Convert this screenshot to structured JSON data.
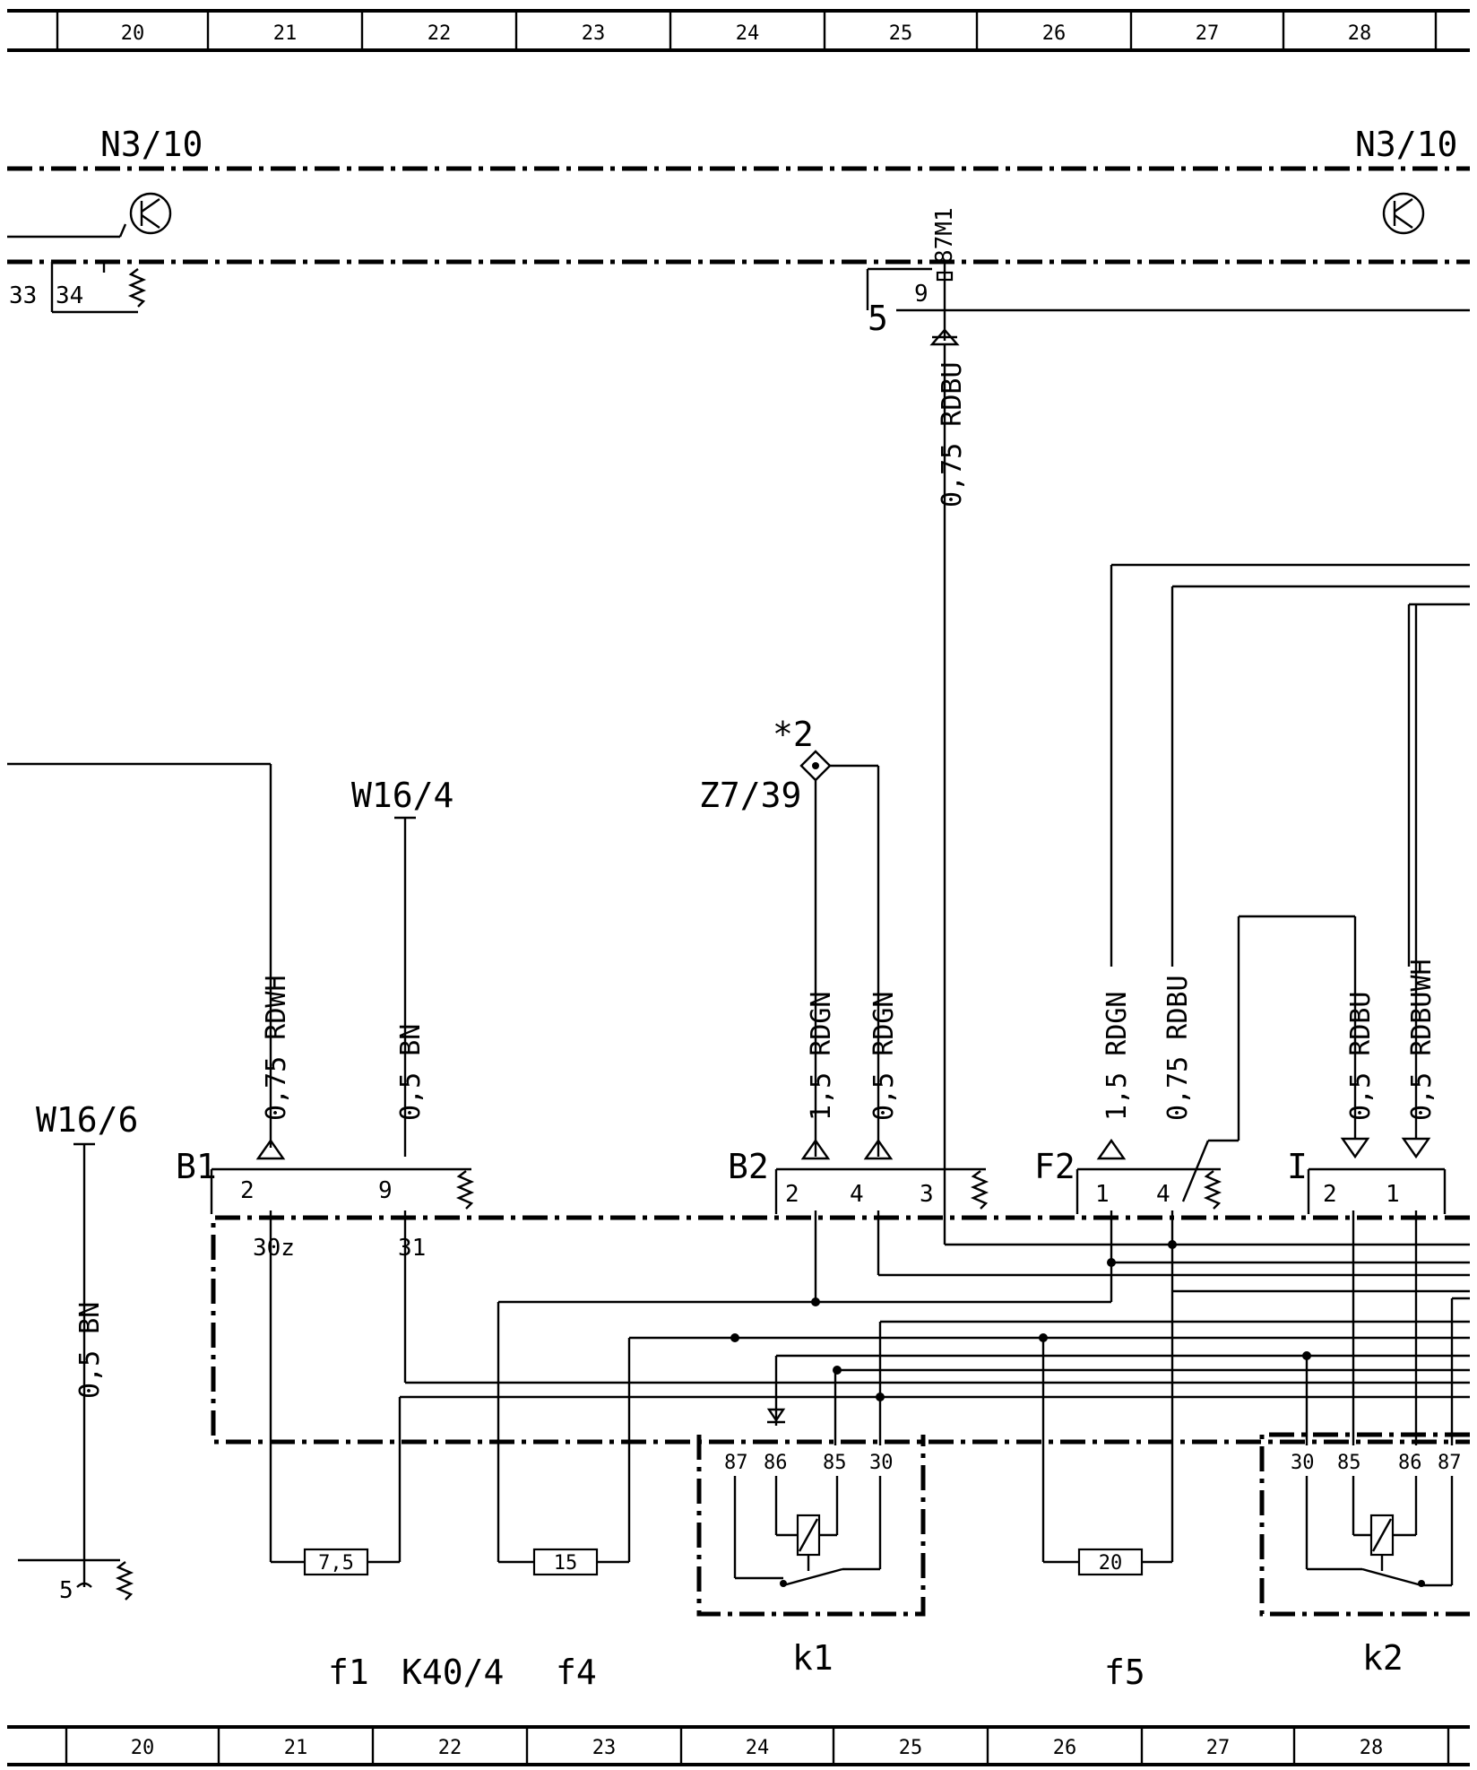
{
  "ruler": {
    "top": [
      "20",
      "21",
      "22",
      "23",
      "24",
      "25",
      "26",
      "27",
      "28"
    ],
    "bottom": [
      "20",
      "21",
      "22",
      "23",
      "24",
      "25",
      "26",
      "27",
      "28"
    ]
  },
  "modules": {
    "n3_left": "N3/10",
    "n3_right": "N3/10",
    "w16_4": "W16/4",
    "w16_6": "W16/6",
    "z7_39": "Z7/39",
    "star2": "*2",
    "k40_4": "K40/4"
  },
  "top_pins": {
    "p33": "33",
    "p34": "34",
    "p87m1": "87M1",
    "p9": "9",
    "p5": "5"
  },
  "wires": {
    "w_rdbu_top": "0,75 RDBU",
    "w_rdwh": "0,75 RDWH",
    "w_bn": "0,5 BN",
    "w_rdgn_15a": "1,5 RDGN",
    "w_rdgn_05": "0,5 RDGN",
    "w_rdgn_15b": "1,5 RDGN",
    "w_rdbu_075": "0,75 RDBU",
    "w_rdbu_05": "0,5 RDBU",
    "w_rdbuwh": "0,5 RDBUWH",
    "w_bn_left": "0,5 BN"
  },
  "connectors": {
    "b1": "B1",
    "b2": "B2",
    "f2": "F2",
    "i": "I"
  },
  "pins": {
    "b1_2": "2",
    "b1_9": "9",
    "b2_2": "2",
    "b2_4": "4",
    "b2_3": "3",
    "f2_1": "1",
    "f2_4": "4",
    "i_2": "2",
    "i_1": "1",
    "t30z": "30z",
    "t31": "31",
    "w16_6_5": "5"
  },
  "fuses": {
    "f1_val": "7,5",
    "f4_val": "15",
    "f5_val": "20",
    "f1": "f1",
    "f4": "f4",
    "f5": "f5"
  },
  "relays": {
    "k1": "k1",
    "k2": "k2",
    "k1_pins": [
      "87",
      "86",
      "85",
      "30"
    ],
    "k2_pins": [
      "30",
      "85",
      "86",
      "87"
    ]
  }
}
